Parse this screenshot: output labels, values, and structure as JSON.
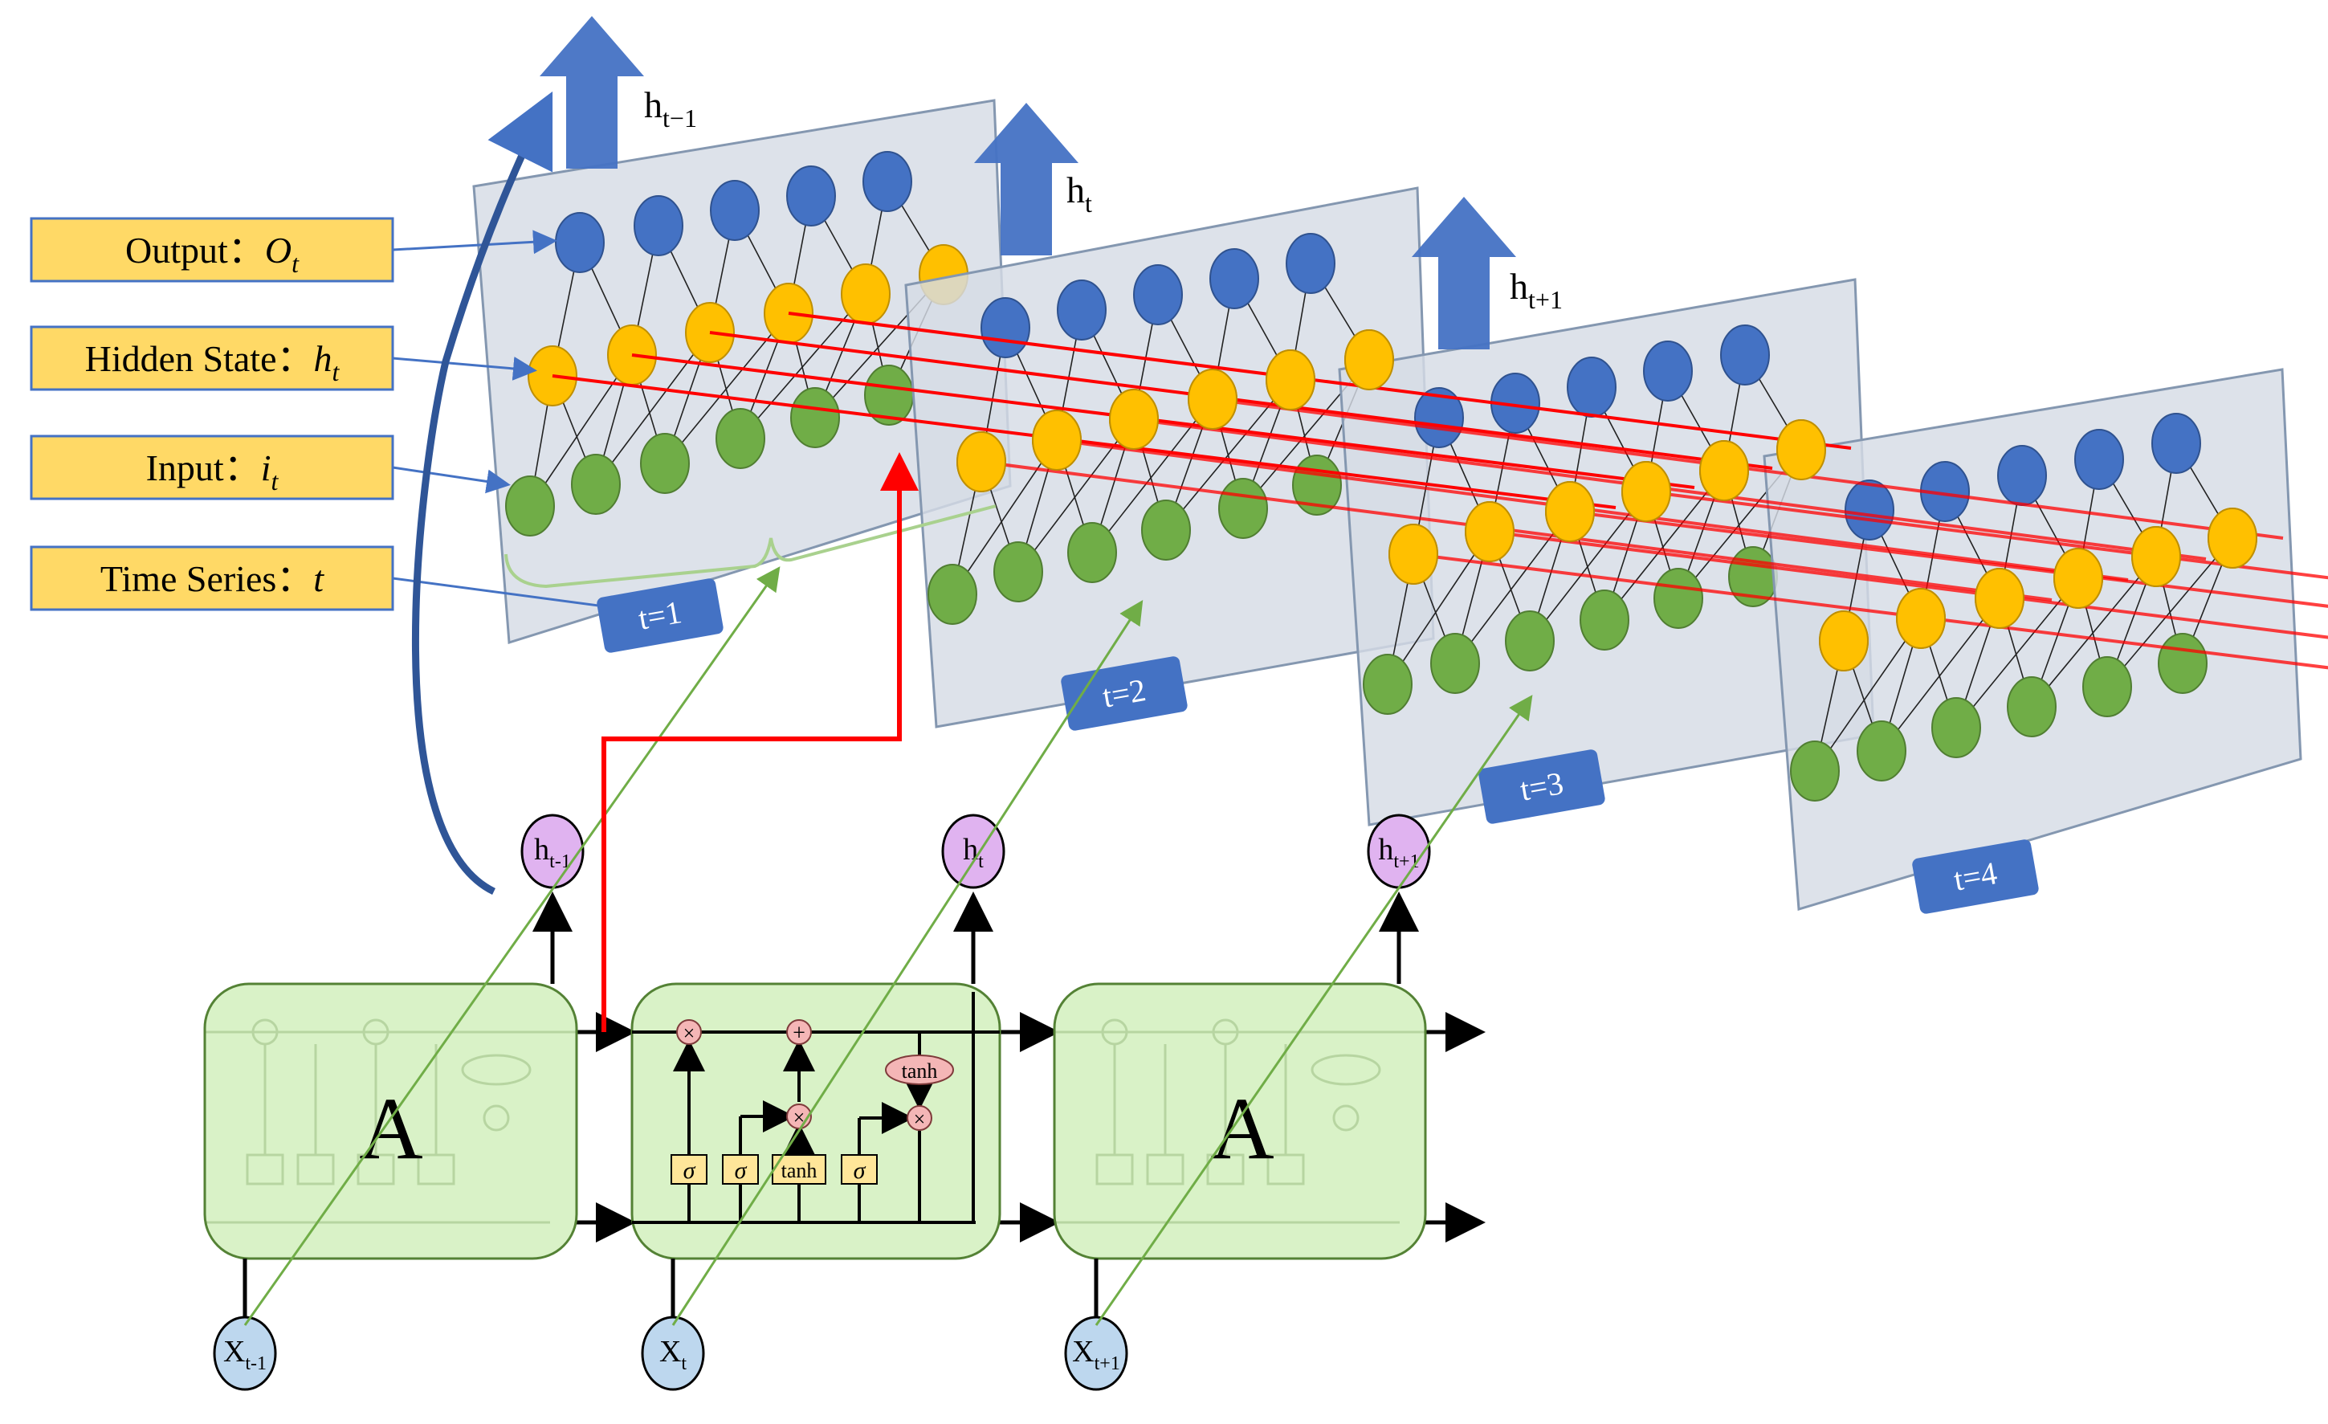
{
  "legend": {
    "output": {
      "label": "Output：",
      "symbol": "O",
      "subscript": "t"
    },
    "hidden": {
      "label": "Hidden State：",
      "symbol": "h",
      "subscript": "t"
    },
    "input": {
      "label": "Input：",
      "symbol": "i",
      "subscript": "t"
    },
    "time": {
      "label": "Time Series：",
      "symbol": "t"
    }
  },
  "arrows": {
    "h_prev": {
      "base": "h",
      "sub": "t−1"
    },
    "h_cur": {
      "base": "h",
      "sub": "t"
    },
    "h_next": {
      "base": "h",
      "sub": "t+1"
    }
  },
  "time_tags": [
    "t=1",
    "t=2",
    "t=3",
    "t=4"
  ],
  "cells": {
    "left_label": "A",
    "right_label": "A",
    "gate_sigma": "σ",
    "gate_tanh": "tanh",
    "op_times": "×",
    "op_plus": "+"
  },
  "lstm_nodes": {
    "h_prev": {
      "base": "h",
      "sub": "t-1"
    },
    "h_cur": {
      "base": "h",
      "sub": "t"
    },
    "h_next": {
      "base": "h",
      "sub": "t+1"
    },
    "x_prev": {
      "base": "X",
      "sub": "t-1"
    },
    "x_cur": {
      "base": "X",
      "sub": "t"
    },
    "x_next": {
      "base": "X",
      "sub": "t+1"
    }
  },
  "colors": {
    "output_node": "#4472C4",
    "hidden_node": "#FFC000",
    "input_node": "#70AD47",
    "plane": "#D6DCE5",
    "legend_box": "#FFD966",
    "up_arrow": "#4472C4",
    "cell_fill": "#D9F2C7",
    "h_node": "#E0B3F0",
    "x_node": "#BDD7EE",
    "tag": "#4472C4",
    "recurrent_line": "#FF0000"
  }
}
